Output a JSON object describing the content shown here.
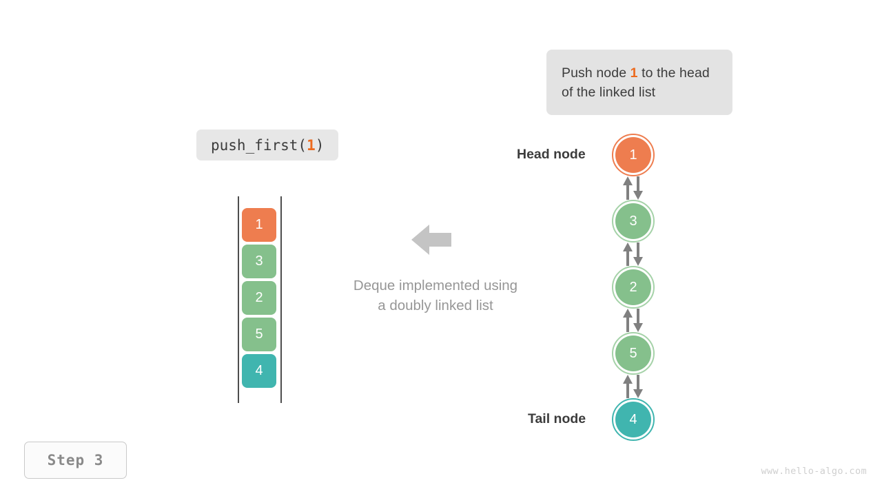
{
  "callout": {
    "text_before": "Push node ",
    "highlight": "1",
    "text_after": " to the head of the linked list"
  },
  "code_pill": {
    "prefix": "push_first(",
    "argument": "1",
    "suffix": ")"
  },
  "array": {
    "cells": [
      {
        "value": "1",
        "color": "#ee7d4f"
      },
      {
        "value": "3",
        "color": "#85c08c"
      },
      {
        "value": "2",
        "color": "#85c08c"
      },
      {
        "value": "5",
        "color": "#85c08c"
      },
      {
        "value": "4",
        "color": "#40b5af"
      }
    ],
    "rail_color": "#4d4d4d"
  },
  "center": {
    "arrow_icon": "arrow-left-icon",
    "arrow_color": "#c4c4c4",
    "caption_line1": "Deque implemented using",
    "caption_line2": "a doubly linked list"
  },
  "linked_list": {
    "head_label": "Head node",
    "tail_label": "Tail node",
    "connector_color": "#808080",
    "nodes": [
      {
        "value": "1",
        "fill": "#ee7d4f",
        "ring": "#ee7d4f"
      },
      {
        "value": "3",
        "fill": "#85c08c",
        "ring": "#a5d2a8"
      },
      {
        "value": "2",
        "fill": "#85c08c",
        "ring": "#a5d2a8"
      },
      {
        "value": "5",
        "fill": "#85c08c",
        "ring": "#a5d2a8"
      },
      {
        "value": "4",
        "fill": "#40b5af",
        "ring": "#40b5af"
      }
    ]
  },
  "step_badge": {
    "label": "Step 3"
  },
  "watermark": {
    "text": "www.hello-algo.com"
  },
  "colors": {
    "accent_orange": "#ec6a1e",
    "node_orange": "#ee7d4f",
    "node_green": "#85c08c",
    "node_teal": "#40b5af",
    "callout_bg": "#e3e3e3",
    "muted_text": "#969696"
  }
}
